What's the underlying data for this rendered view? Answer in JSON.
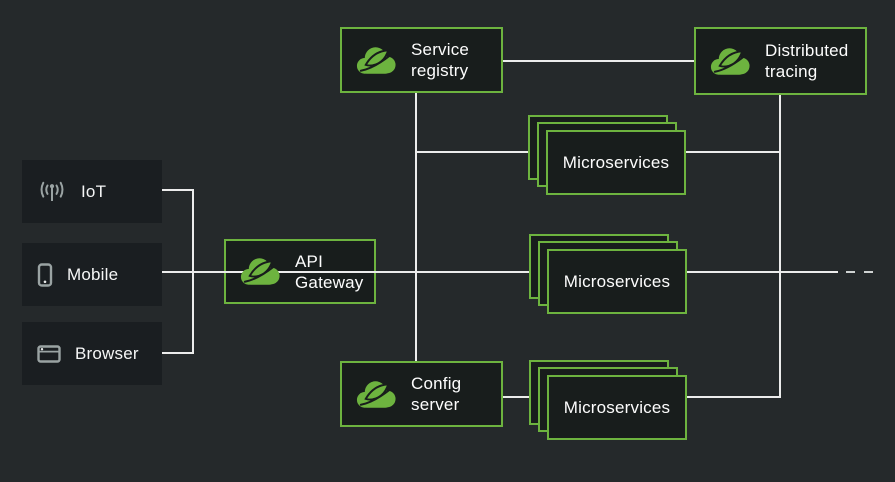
{
  "clients": [
    {
      "label": "IoT",
      "icon": "iot-signal-icon"
    },
    {
      "label": "Mobile",
      "icon": "mobile-phone-icon"
    },
    {
      "label": "Browser",
      "icon": "browser-window-icon"
    }
  ],
  "gateway": {
    "line1": "API",
    "line2": "Gateway",
    "icon": "spring-cloud-logo"
  },
  "registry": {
    "line1": "Service",
    "line2": "registry",
    "icon": "spring-cloud-logo"
  },
  "tracing": {
    "line1": "Distributed",
    "line2": "tracing",
    "icon": "spring-cloud-logo"
  },
  "config": {
    "line1": "Config",
    "line2": "server",
    "icon": "spring-cloud-logo"
  },
  "microservices": [
    {
      "label": "Microservices"
    },
    {
      "label": "Microservices"
    },
    {
      "label": "Microservices"
    }
  ],
  "decorations": {
    "continuation_dashes": 2
  },
  "colors": {
    "background": "#25292b",
    "node_fill": "#181d1c",
    "client_fill": "#1a1e21",
    "accent_green": "#6db33f",
    "connector": "#ececec",
    "text": "#f5f6f6",
    "icon_gray": "#9aa3a3"
  }
}
